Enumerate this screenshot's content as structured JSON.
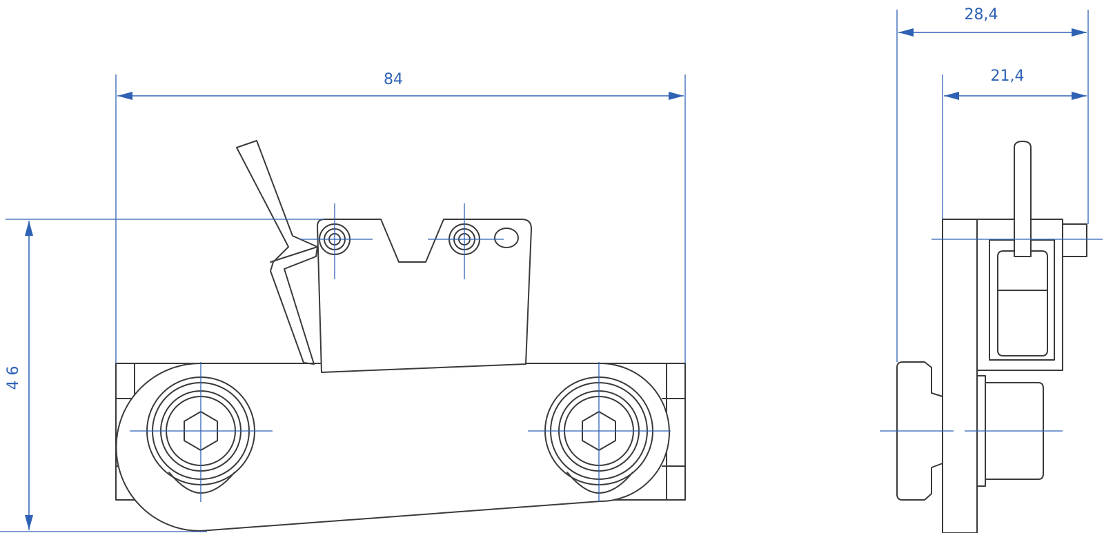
{
  "colors": {
    "dimension": "#2f62b5",
    "part_outline": "#3a3a3a",
    "background": "#ffffff"
  },
  "front_view": {
    "width_dimension": "84",
    "height_dimension": "4 6"
  },
  "side_view": {
    "overall_width_dimension": "28,4",
    "inner_width_dimension": "21,4"
  }
}
